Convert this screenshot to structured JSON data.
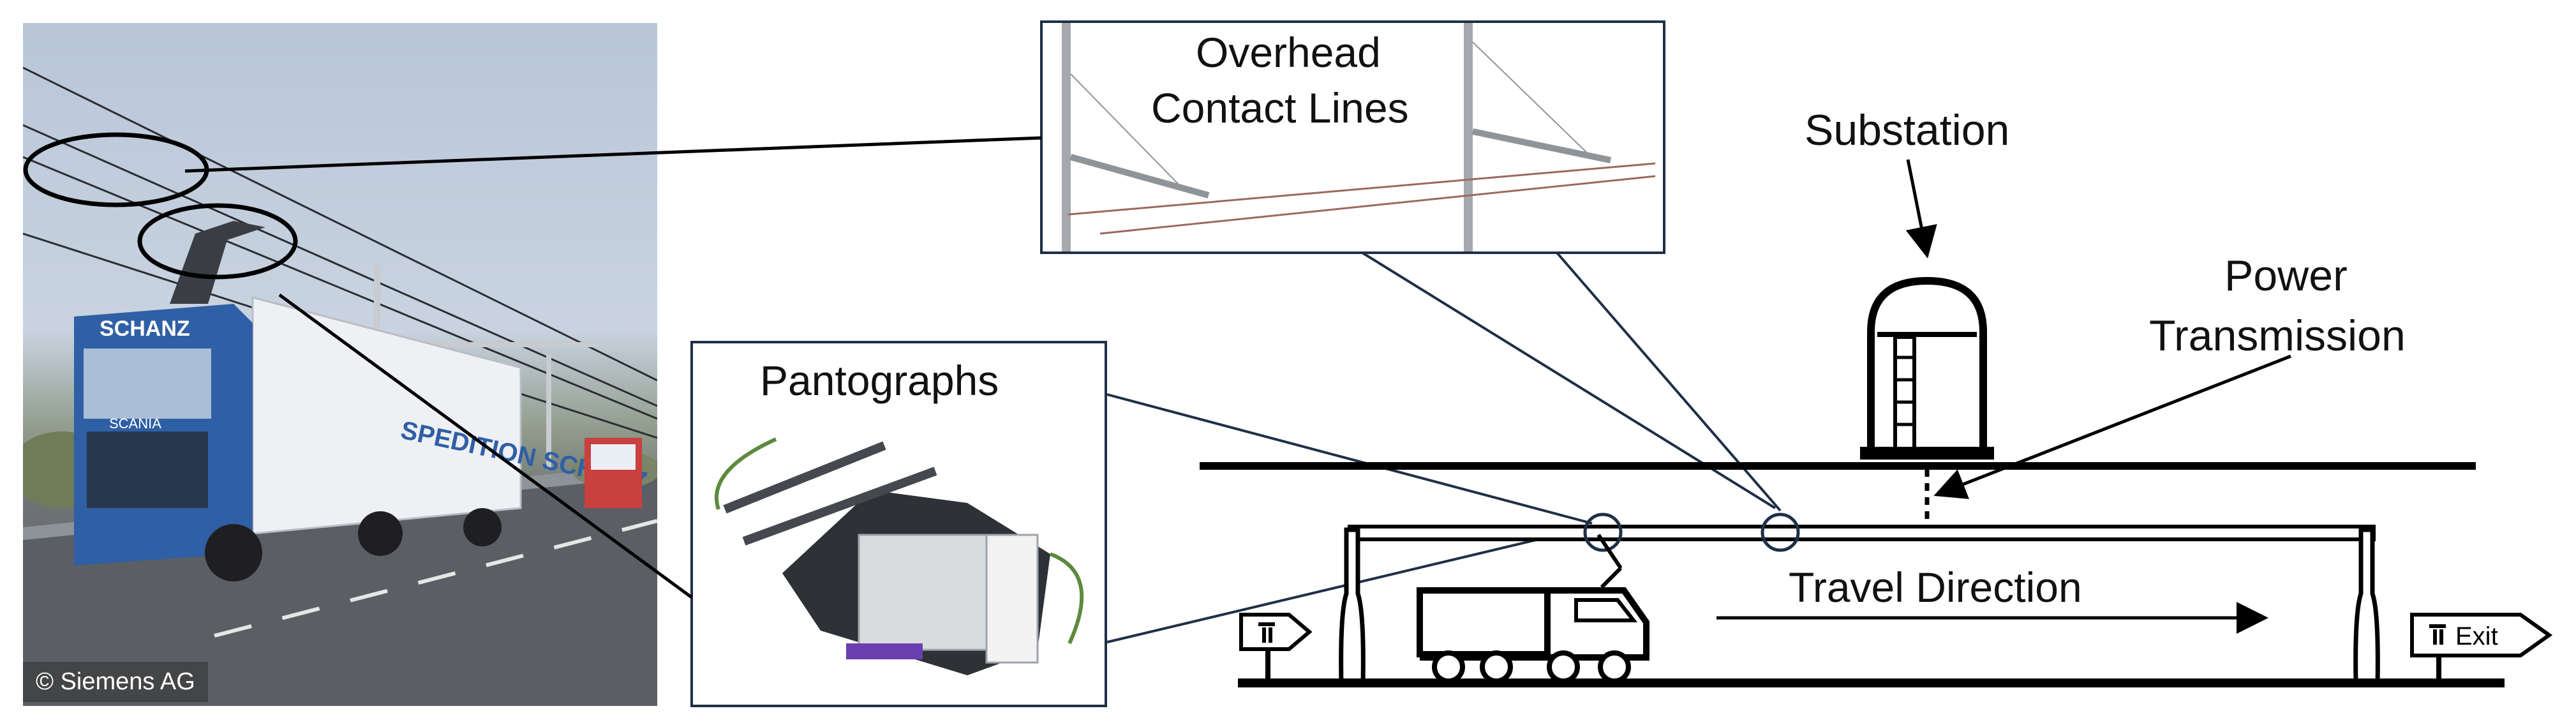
{
  "photo": {
    "credit": "© Siemens AG",
    "truck_brand": "SCANIA",
    "cab_text": "SCHANZ",
    "trailer_text": "SPEDITION SCHANZ"
  },
  "insets": {
    "overhead_label_line1": "Overhead",
    "overhead_label_line2": "Contact Lines",
    "pantographs_label": "Pantographs"
  },
  "diagram": {
    "substation_label": "Substation",
    "power_label_line1": "Power",
    "power_label_line2": "Transmission",
    "travel_label": "Travel Direction",
    "exit_label": "Exit"
  },
  "colors": {
    "inset_border": "#1f2f46",
    "truck_blue": "#2f5fa5",
    "wire": "#9a6a5a"
  },
  "icons": [
    "highway-sign-icon",
    "truck-icon",
    "substation-icon",
    "arrow-icon"
  ]
}
